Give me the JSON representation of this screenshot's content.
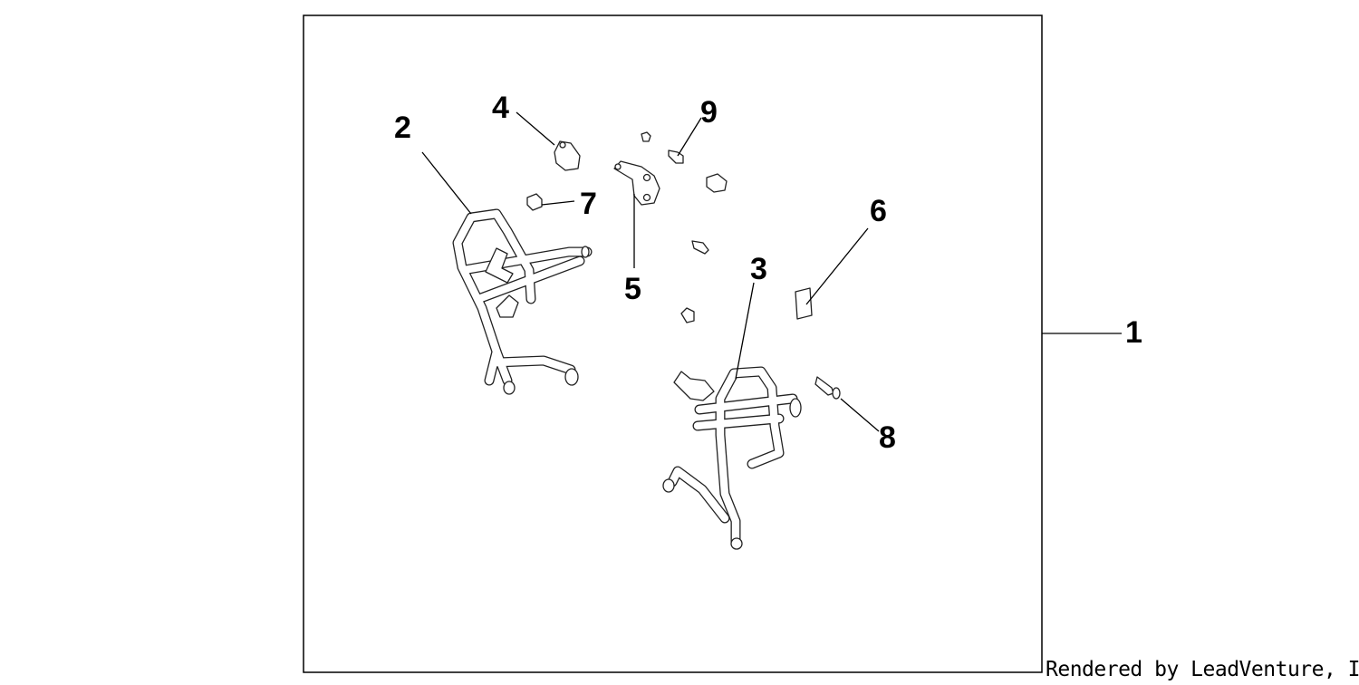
{
  "diagram": {
    "callouts": {
      "c1": "1",
      "c2": "2",
      "c3": "3",
      "c4": "4",
      "c5": "5",
      "c6": "6",
      "c7": "7",
      "c8": "8",
      "c9": "9"
    },
    "footer": "Rendered by LeadVenture, Inc."
  }
}
